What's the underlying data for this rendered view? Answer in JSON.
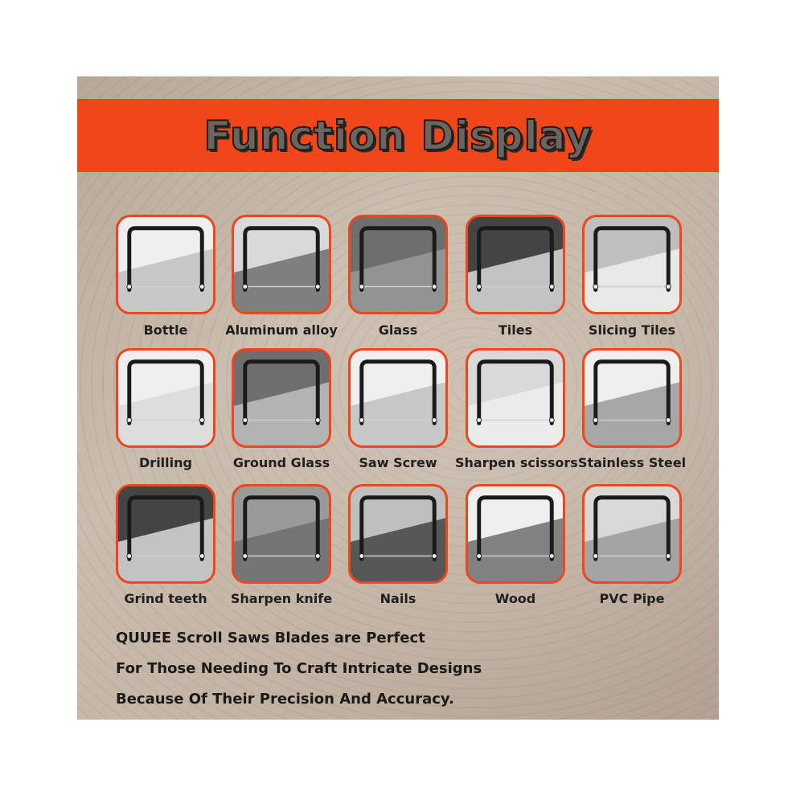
{
  "banner": {
    "title": "Function Display"
  },
  "functions": [
    {
      "label": "Bottle",
      "icon": "bottle-cutting-icon"
    },
    {
      "label": "Aluminum alloy",
      "icon": "aluminum-cutting-icon"
    },
    {
      "label": "Glass",
      "icon": "glass-cutting-icon"
    },
    {
      "label": "Tiles",
      "icon": "tiles-cutting-icon"
    },
    {
      "label": "Slicing Tiles",
      "icon": "slicing-tiles-icon"
    },
    {
      "label": "Drilling",
      "icon": "drilling-icon"
    },
    {
      "label": "Ground Glass",
      "icon": "ground-glass-icon"
    },
    {
      "label": "Saw Screw",
      "icon": "saw-screw-icon"
    },
    {
      "label": "Sharpen scissors",
      "icon": "sharpen-scissors-icon"
    },
    {
      "label": "Stainless Steel",
      "icon": "stainless-steel-icon"
    },
    {
      "label": "Grind teeth",
      "icon": "grind-teeth-icon"
    },
    {
      "label": "Sharpen knife",
      "icon": "sharpen-knife-icon"
    },
    {
      "label": "Nails",
      "icon": "nails-icon"
    },
    {
      "label": "Wood",
      "icon": "wood-icon"
    },
    {
      "label": "PVC Pipe",
      "icon": "pvc-pipe-icon"
    }
  ],
  "tagline": {
    "line1": "QUUEE Scroll Saws Blades are Perfect",
    "line2": "For Those Needing To Craft Intricate Designs",
    "line3": "Because Of Their Precision And Accuracy."
  },
  "colors": {
    "accent": "#f0461a",
    "title_fill": "#6b6560",
    "text": "#1f1f1f"
  }
}
